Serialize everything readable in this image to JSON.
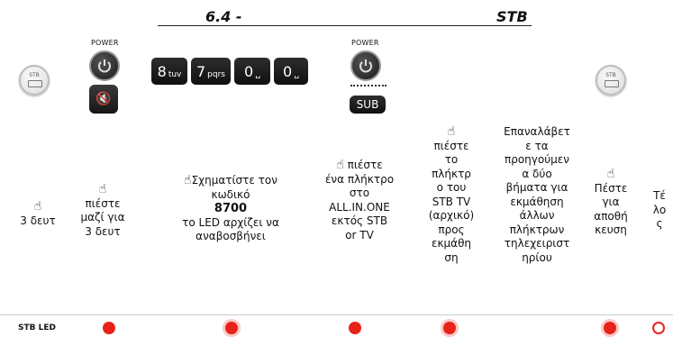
{
  "header": {
    "left_title": "6.4 -",
    "right_title": "STB"
  },
  "icons": {
    "stb_text": "STB",
    "power_label": "POWER",
    "mute_symbol": "🔇"
  },
  "keys": [
    {
      "num": "8",
      "letters": "tuv"
    },
    {
      "num": "7",
      "letters": "pqrs"
    },
    {
      "num": "0",
      "letters": "␣"
    },
    {
      "num": "0",
      "letters": "␣"
    }
  ],
  "sub_label": "SUB",
  "steps": {
    "s1": {
      "lines": [
        "3  δευτ"
      ]
    },
    "s2": {
      "lines": [
        "πιέστε",
        "μαζί για",
        "3 δευτ"
      ]
    },
    "s3": {
      "line1": "Σχηματίστε τον",
      "line2": "κωδικό",
      "code": "8700",
      "line4": "το  LED αρχίζει να",
      "line5": "αναβοσβήνει"
    },
    "s4": {
      "line1": "πιέστε",
      "lines": [
        "ένα πλήκτρο",
        "στο",
        "ALL.IN.ONE",
        "εκτός STB",
        "or TV"
      ]
    },
    "s5": {
      "lines": [
        "πιέστε",
        "το",
        "πλήκτρ",
        "ο του",
        "STB TV",
        "(αρχικό)",
        "προς",
        "εκμάθη",
        "ση"
      ]
    },
    "s6": {
      "lines": [
        "Επαναλάβετ",
        "ε τα",
        "προηγούμεν",
        "α δύο",
        "βήματα για",
        "εκμάθηση",
        "άλλων",
        "πλήκτρων",
        "τηλεχειριστ",
        "ηρίου"
      ]
    },
    "s7": {
      "lines": [
        "Πέστε",
        "για",
        "αποθή",
        "κευση"
      ]
    },
    "s8": {
      "lines": [
        "Τέ",
        "λο",
        "ς"
      ]
    }
  },
  "led": {
    "label": "STB LED",
    "color": "#e8221b"
  }
}
